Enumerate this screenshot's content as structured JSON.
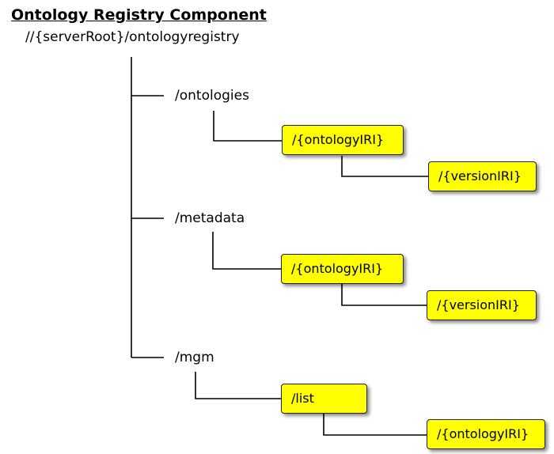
{
  "title": "Ontology Registry Component",
  "root_path": "//{serverRoot}/ontologyregistry",
  "branches": [
    {
      "label": "/ontologies",
      "child": {
        "label": "/{ontologyIRI}",
        "grandchild": {
          "label": "/{versionIRI}"
        }
      }
    },
    {
      "label": "/metadata",
      "child": {
        "label": "/{ontologyIRI}",
        "grandchild": {
          "label": "/{versionIRI}"
        }
      }
    },
    {
      "label": "/mgm",
      "child": {
        "label": "/list",
        "grandchild": {
          "label": "/{ontologyIRI}"
        }
      }
    }
  ],
  "colors": {
    "node_fill": "#ffff00",
    "node_border": "#222222",
    "connector": "#000000"
  }
}
